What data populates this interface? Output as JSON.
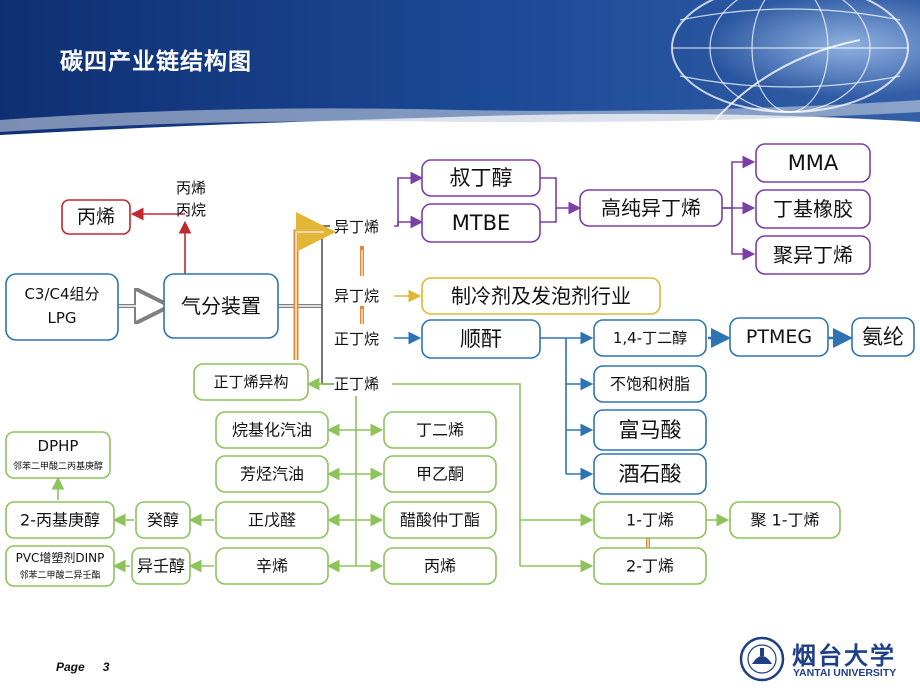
{
  "title": "碳四产业链结构图",
  "footer": {
    "page_label": "Page",
    "page_number": "3"
  },
  "logo": {
    "name_cn": "烟台大学",
    "name_en": "YANTAI UNIVERSITY"
  },
  "colors": {
    "purple": "#7b3fa5",
    "orange": "#e38a3a",
    "blue": "#2e74b5",
    "green": "#8dc35a",
    "red": "#c0282f",
    "gold": "#e2b636",
    "gray": "#808080"
  },
  "diagram": {
    "sources": {
      "c34": [
        "C3/C4组分",
        "LPG"
      ],
      "gas_sep": "气分装置",
      "propylene": "丙烯",
      "propylene_propane": [
        "丙烯",
        "丙烷"
      ]
    },
    "branches": {
      "isobutene": "异丁烯",
      "isobutane": "异丁烷",
      "n_butane": "正丁烷",
      "n_butene": "正丁烯"
    },
    "isobutene_chain": {
      "tba": "叔丁醇",
      "mtbe": "MTBE",
      "hp_isobutene": "高纯异丁烯",
      "mma": "MMA",
      "butyl_rubber": "丁基橡胶",
      "pib": "聚异丁烯"
    },
    "refrigerant": "制冷剂及发泡剂行业",
    "mah_chain": {
      "mah": "顺酐",
      "bdo": "1,4-丁二醇",
      "ptmeg": "PTMEG",
      "spandex": "氨纶",
      "upr": "不饱和树脂",
      "fumaric": "富马酸",
      "tartaric": "酒石酸"
    },
    "isomerization": "正丁烯异构",
    "butene_left": {
      "alkylate": "烷基化汽油",
      "aromatic": "芳烃汽油",
      "valeraldehyde": "正戊醛",
      "octene": "辛烯"
    },
    "butene_right": {
      "butadiene": "丁二烯",
      "mek": "甲乙酮",
      "sba": "醋酸仲丁酯",
      "propylene": "丙烯"
    },
    "butenes": {
      "b1": "1-丁烯",
      "b2": "2-丁烯",
      "pb1": "聚 1-丁烯"
    },
    "alcohols": {
      "decanol": "癸醇",
      "ph": "2-丙基庚醇",
      "dphp": "DPHP",
      "dphp_note": "邻苯二甲酸二丙基庚醇",
      "isononanol": "异壬醇",
      "pvc": "PVC增塑剂DINP",
      "pvc_note": "邻苯二甲酸二异壬酯"
    }
  }
}
